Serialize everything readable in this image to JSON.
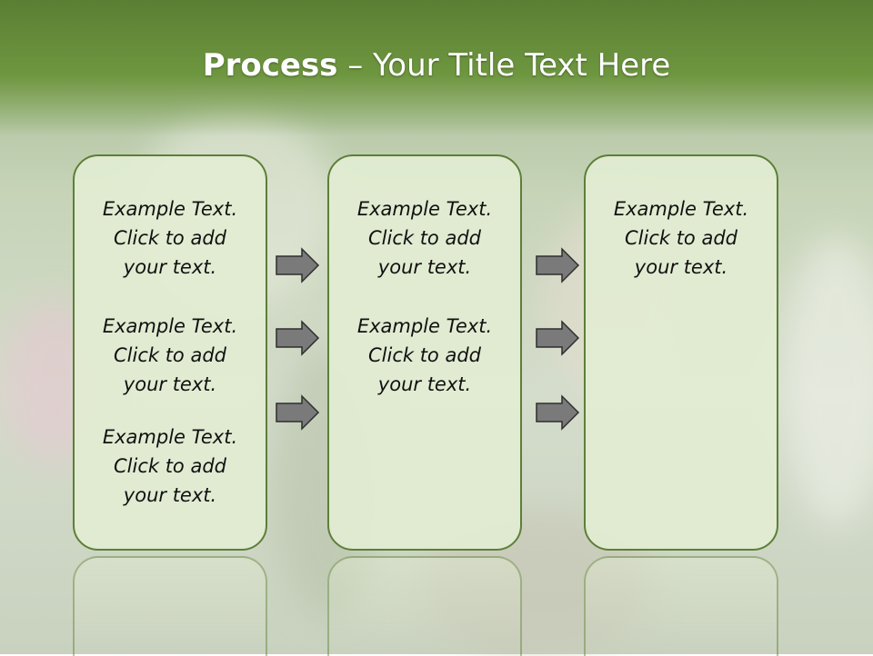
{
  "title": {
    "bold": "Process",
    "rest": " – Your Title Text Here"
  },
  "columns": [
    {
      "blocks": [
        {
          "line1": "Example Text.",
          "line2": "Click  to add",
          "line3": "your text."
        },
        {
          "line1": "Example Text.",
          "line2": "Click  to add",
          "line3": "your text."
        },
        {
          "line1": "Example Text.",
          "line2": "Click  to add",
          "line3": "your text."
        }
      ]
    },
    {
      "blocks": [
        {
          "line1": "Example Text.",
          "line2": "Click  to add",
          "line3": "your text."
        },
        {
          "line1": "Example Text.",
          "line2": "Click  to add",
          "line3": "your text."
        }
      ]
    },
    {
      "blocks": [
        {
          "line1": "Example Text.",
          "line2": "Click  to add",
          "line3": "your text."
        }
      ]
    }
  ],
  "colors": {
    "accent": "#6e963f",
    "box_fill": "#e2edd2",
    "box_border": "#5d7f38",
    "arrow_fill": "#7a7a7a"
  },
  "icons": {
    "arrow": "right-arrow-icon"
  }
}
